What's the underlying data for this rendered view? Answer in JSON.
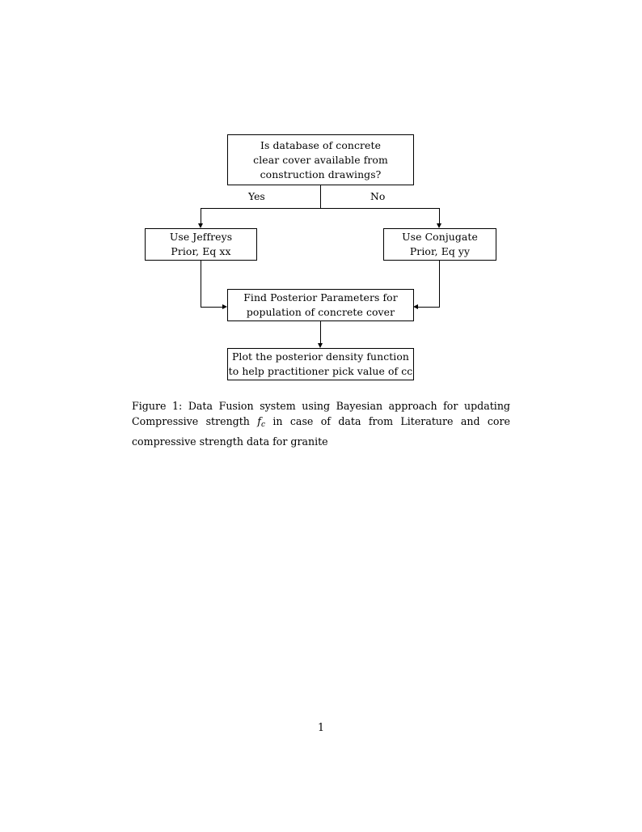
{
  "document": {
    "page_number": "1"
  },
  "figure": {
    "nodes": {
      "decision": {
        "name": "decision-box",
        "lines": [
          "Is database of concrete",
          "clear cover available from",
          "construction drawings?"
        ]
      },
      "jeffreys": {
        "name": "jeffreys-prior-box",
        "lines": [
          "Use Jeffreys",
          "Prior, Eq xx"
        ]
      },
      "conjugate": {
        "name": "conjugate-prior-box",
        "lines": [
          "Use Conjugate",
          "Prior, Eq yy"
        ]
      },
      "posterior": {
        "name": "find-posterior-box",
        "lines": [
          "Find Posterior Parameters for",
          "population of concrete cover"
        ]
      },
      "plot": {
        "name": "plot-density-box",
        "lines": [
          "Plot the posterior density function",
          "to help practitioner pick value of cc"
        ]
      }
    },
    "branch_labels": {
      "yes": "Yes",
      "no": "No"
    }
  },
  "caption": {
    "label": "Figure 1:",
    "text_before_symbol": " Data Fusion system using Bayesian approach for updating Compressive strength ",
    "symbol_base": "f",
    "symbol_sub": "c",
    "text_after_symbol": " in case of data from Literature and core compressive strength data for granite"
  }
}
